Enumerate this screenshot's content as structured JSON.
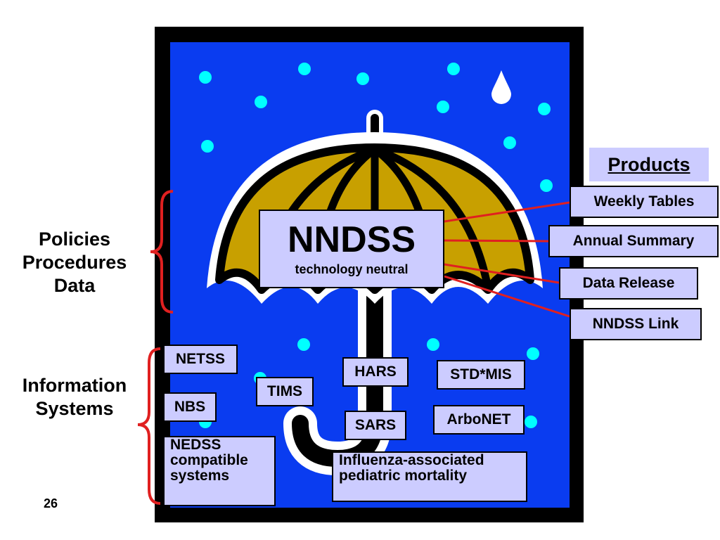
{
  "center": {
    "title": "NNDSS",
    "subtitle": "technology neutral"
  },
  "products": {
    "heading": "Products",
    "items": [
      "Weekly Tables",
      "Annual Summary",
      "Data Release",
      "NNDSS Link"
    ]
  },
  "left_labels": {
    "policies": [
      "Policies",
      "Procedures",
      "Data"
    ],
    "information_systems": [
      "Information",
      "Systems"
    ]
  },
  "systems": {
    "netss": "NETSS",
    "nbs": "NBS",
    "nedss": [
      "NEDSS",
      "compatible",
      "systems"
    ],
    "tims": "TIMS",
    "hars": "HARS",
    "sars": "SARS",
    "std_mis": "STD*MIS",
    "arbonet": "ArboNET",
    "influenza": [
      "Influenza-associated",
      "pediatric mortality"
    ]
  },
  "page_number": "26",
  "colors": {
    "frame": "#000000",
    "sky": "#0a3cf0",
    "raindrop": "#00ffff",
    "canopy": "#c8a000",
    "box_fill": "#ccccff",
    "connector": "#e02020",
    "bracket": "#e02020"
  }
}
